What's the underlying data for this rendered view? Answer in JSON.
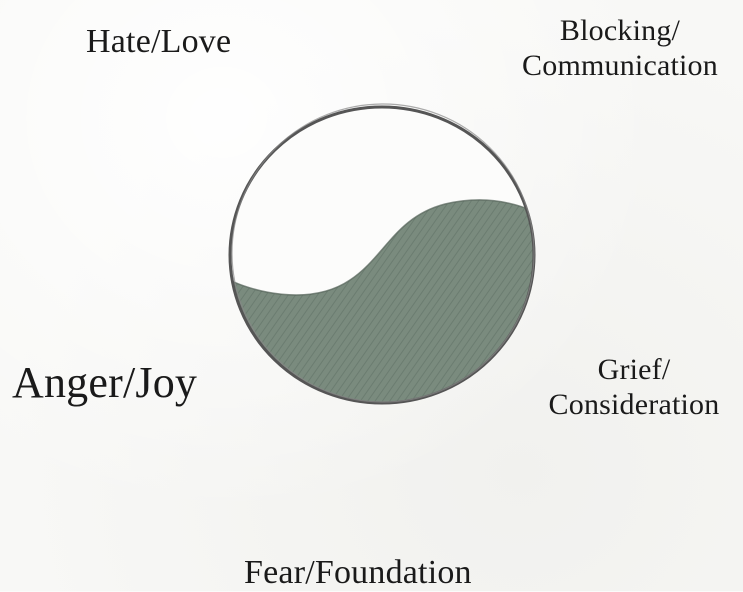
{
  "labels": {
    "top_left": "Hate/Love",
    "top_right_line1": "Blocking/",
    "top_right_line2": "Communication",
    "middle_left": "Anger/Joy",
    "middle_right_line1": "Grief/",
    "middle_right_line2": "Consideration",
    "bottom": "Fear/Foundation"
  },
  "colors": {
    "fill": "#76877a",
    "outline": "#4a4a4a",
    "background": "#f8f8f6"
  }
}
